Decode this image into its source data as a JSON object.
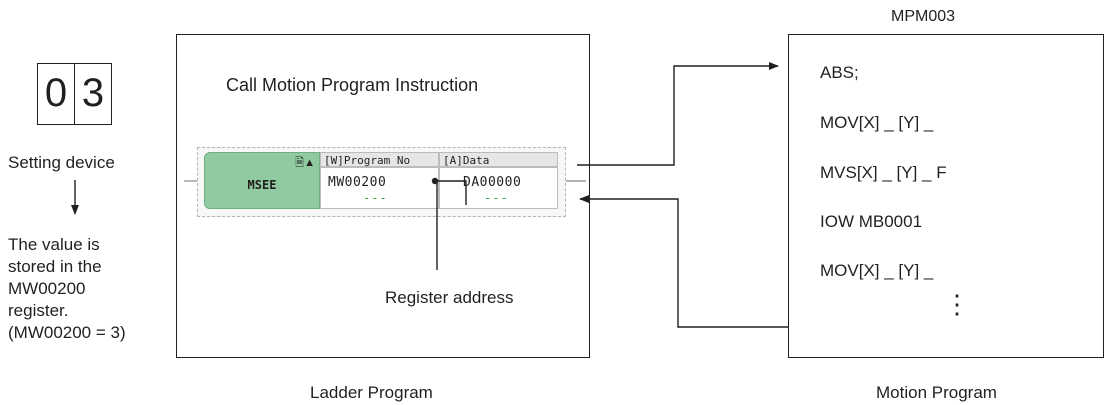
{
  "setting_device": {
    "digits": [
      "0",
      "3"
    ],
    "label": "Setting device",
    "note_lines": [
      "The value is",
      "stored in the",
      "MW00200",
      "register.",
      "(MW00200 = 3)"
    ]
  },
  "ladder": {
    "heading": "Call Motion Program Instruction",
    "instruction": {
      "name": "MSEE",
      "col1_header": "[W]Program No",
      "col1_value": "MW00200",
      "col1_status": "---",
      "col2_header": "[A]Data",
      "col2_value": "DA00000",
      "col2_status": "---"
    },
    "register_label": "Register address",
    "caption": "Ladder Program"
  },
  "motion": {
    "program_name": "MPM003",
    "lines": [
      "ABS;",
      "MOV[X] _ [Y] _",
      "MVS[X] _ [Y] _ F",
      "IOW MB0001",
      "MOV[X] _ [Y] _"
    ],
    "ellipsis": "⋮",
    "caption": "Motion Program"
  },
  "colors": {
    "instruction_green": "#8fcaa1",
    "status_green": "#3aa34a",
    "line": "#231f20"
  }
}
